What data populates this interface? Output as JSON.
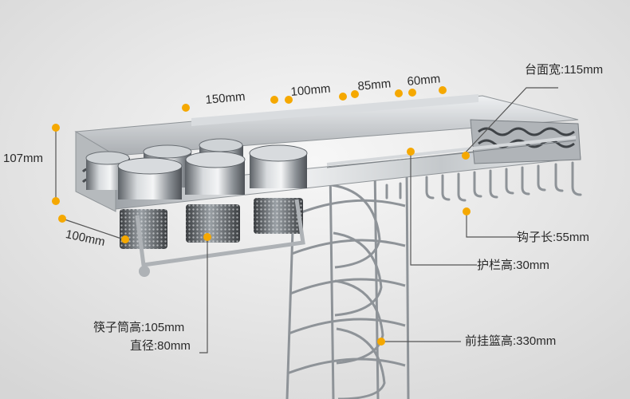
{
  "labels": {
    "width_150": "150mm",
    "width_100": "100mm",
    "width_85": "85mm",
    "width_60": "60mm",
    "counter_depth": "台面宽:115mm",
    "height_107": "107mm",
    "depth_100": "100mm",
    "hook_length": "钩子长:55mm",
    "rail_height": "护栏高:30mm",
    "chopstick_height": "筷子筒高:105mm",
    "chopstick_diameter": "直径:80mm",
    "basket_height": "前挂篮高:330mm"
  },
  "colors": {
    "marker": "#f5a800",
    "leader": "#555555",
    "background": "#e8e8e8",
    "steel": "#bfc3c6"
  }
}
